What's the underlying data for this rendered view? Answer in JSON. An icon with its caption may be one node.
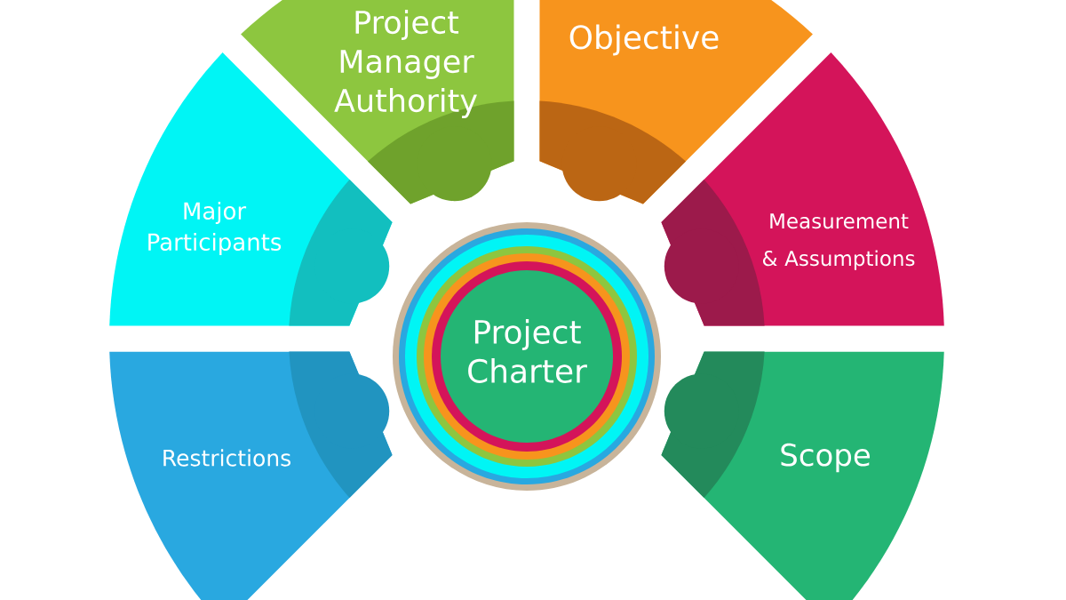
{
  "diagram": {
    "nodes": [
      {
        "text": [
          "Project Manager Authority"
        ]
      },
      {
        "text": [
          "Objective"
        ]
      },
      {
        "text": [
          "Major Participants"
        ]
      },
      {
        "text": [
          "Measurement & Assumptions"
        ]
      },
      {
        "text": [
          "Project Charter"
        ]
      },
      {
        "text": [
          "Restrictions"
        ]
      },
      {
        "text": [
          "Scope"
        ]
      }
    ]
  }
}
